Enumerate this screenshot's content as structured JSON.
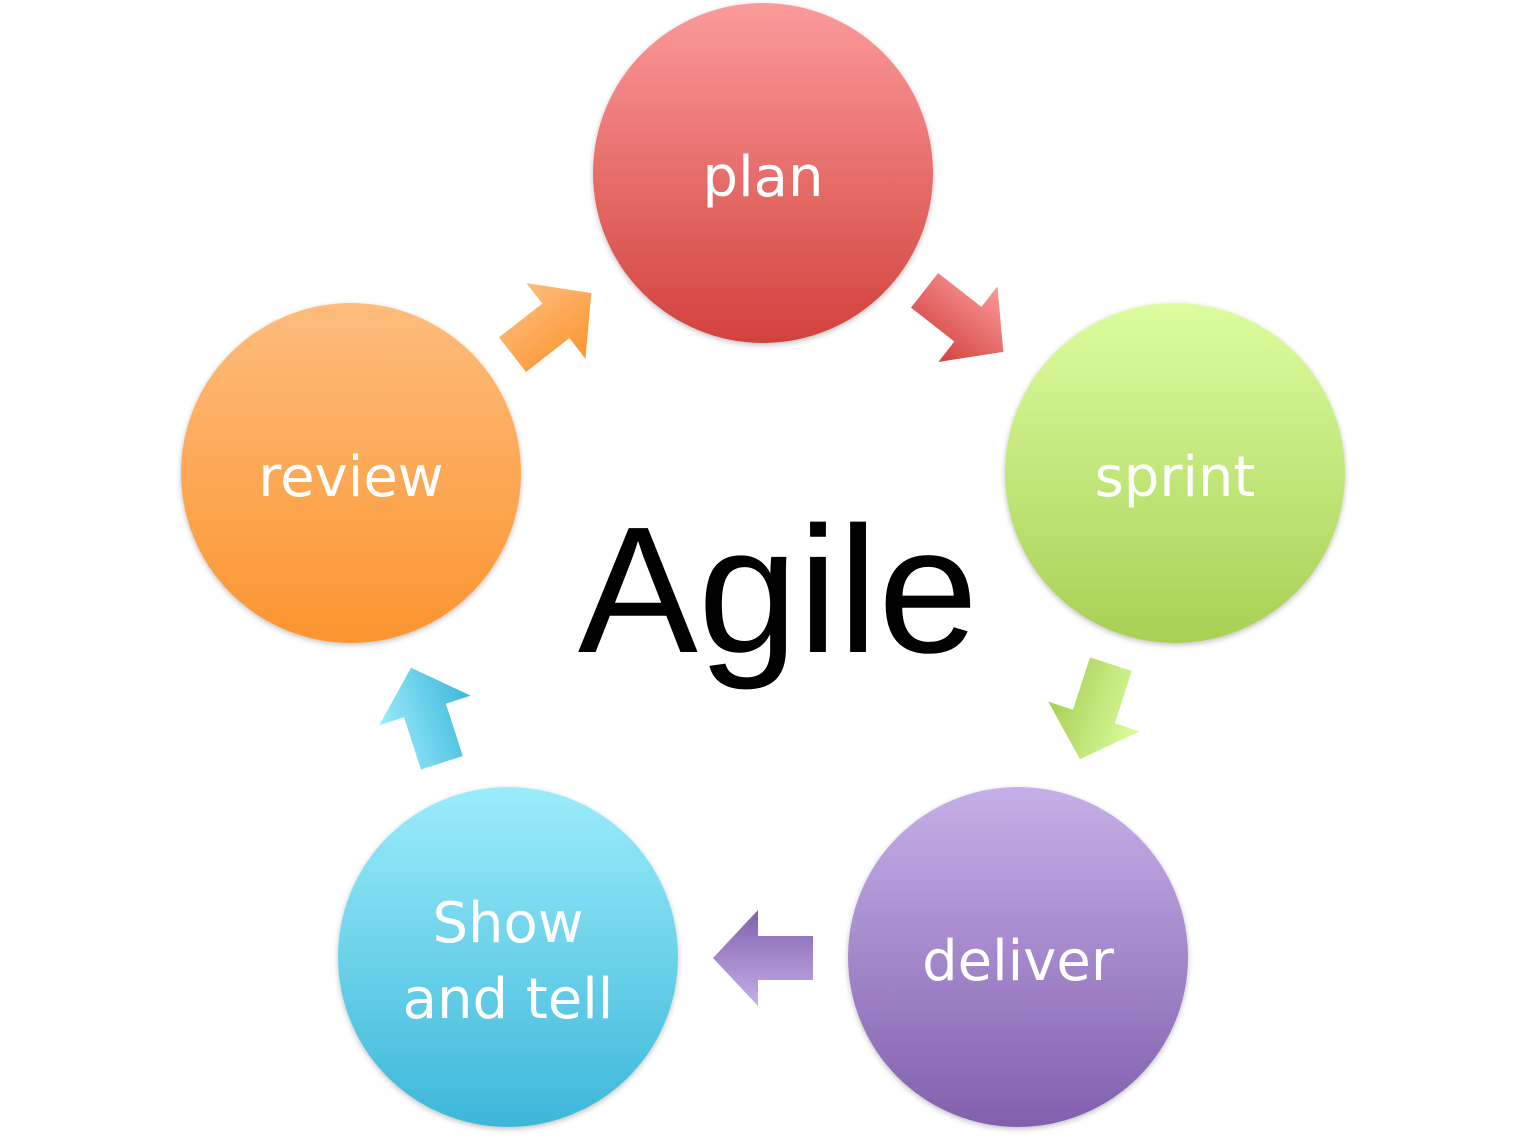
{
  "title": "Agile",
  "nodes": [
    {
      "id": "plan",
      "label": "plan",
      "color_top": "#fb9a9a",
      "color_bottom": "#d2423d"
    },
    {
      "id": "sprint",
      "label": "sprint",
      "color_top": "#dcfd9f",
      "color_bottom": "#a7d055"
    },
    {
      "id": "deliver",
      "label": "deliver",
      "color_top": "#c6afe8",
      "color_bottom": "#8160ad"
    },
    {
      "id": "show-and-tell",
      "label_line1": "Show",
      "label_line2": "and tell",
      "color_top": "#9aecfb",
      "color_bottom": "#3db7d9"
    },
    {
      "id": "review",
      "label": "review",
      "color_top": "#fdbc7c",
      "color_bottom": "#fb952f"
    }
  ],
  "arrows": [
    {
      "from": "plan",
      "to": "sprint"
    },
    {
      "from": "sprint",
      "to": "deliver"
    },
    {
      "from": "deliver",
      "to": "show-and-tell"
    },
    {
      "from": "show-and-tell",
      "to": "review"
    },
    {
      "from": "review",
      "to": "plan"
    }
  ]
}
